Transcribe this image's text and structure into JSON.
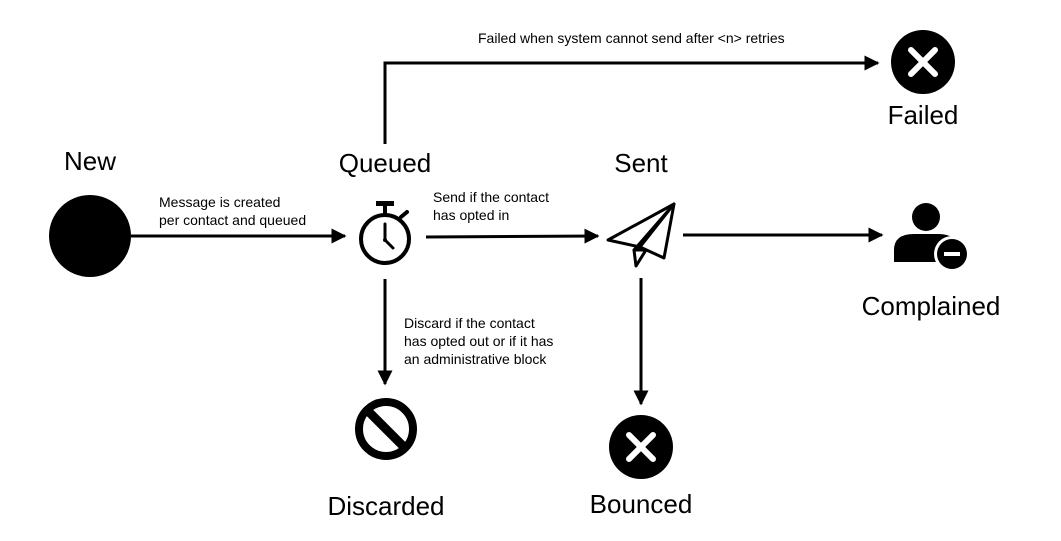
{
  "diagram": {
    "colors": {
      "ink": "#000000",
      "background": "#ffffff"
    },
    "states": {
      "new": {
        "label": "New",
        "icon": "filled-circle-icon"
      },
      "queued": {
        "label": "Queued",
        "icon": "stopwatch-icon"
      },
      "sent": {
        "label": "Sent",
        "icon": "paper-plane-icon"
      },
      "failed": {
        "label": "Failed",
        "icon": "x-circle-icon"
      },
      "complained": {
        "label": "Complained",
        "icon": "user-minus-icon"
      },
      "discarded": {
        "label": "Discarded",
        "icon": "prohibited-icon"
      },
      "bounced": {
        "label": "Bounced",
        "icon": "x-circle-icon"
      }
    },
    "transitions": {
      "new_to_queued": {
        "lines": [
          "Message is created",
          "per contact and queued"
        ]
      },
      "queued_to_sent": {
        "lines": [
          "Send if the contact",
          "has opted in"
        ]
      },
      "queued_to_failed": {
        "lines": [
          "Failed when system cannot send after <n> retries"
        ]
      },
      "queued_to_discarded": {
        "lines": [
          "Discard if the contact",
          "has opted out or if it has",
          "an administrative block"
        ]
      },
      "sent_to_complained": {
        "lines": []
      },
      "sent_to_bounced": {
        "lines": []
      }
    }
  }
}
